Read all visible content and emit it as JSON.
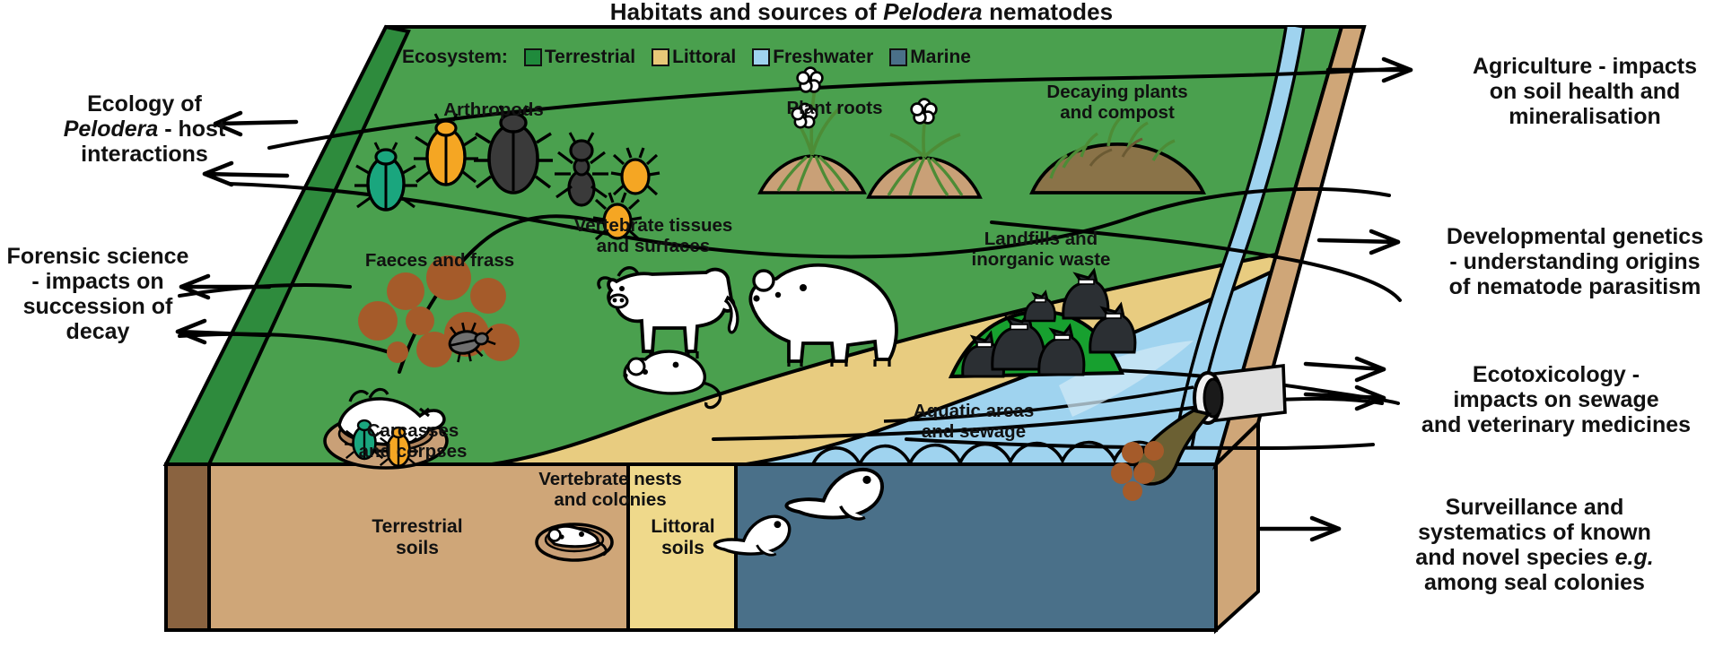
{
  "title": {
    "pre": "Habitats and sources of ",
    "italic": "Pelodera",
    "post": " nematodes",
    "full": "Habitats and sources of Pelodera nematodes"
  },
  "legend": {
    "caption": "Ecosystem:",
    "items": [
      {
        "label": "Terrestrial",
        "color": "#1f8a3c",
        "key": "terrestrial"
      },
      {
        "label": "Littoral",
        "color": "#e8c878",
        "key": "littoral"
      },
      {
        "label": "Freshwater",
        "color": "#9fd3ef",
        "key": "freshwater"
      },
      {
        "label": "Marine",
        "color": "#4a7089",
        "key": "marine"
      }
    ]
  },
  "habitat_labels": [
    {
      "id": "arthropods",
      "text": "Arthropods"
    },
    {
      "id": "plant-roots",
      "text": "Plant roots"
    },
    {
      "id": "decaying-plants",
      "line1": "Decaying plants",
      "line2": "and compost"
    },
    {
      "id": "faeces-frass",
      "text": "Faeces and frass"
    },
    {
      "id": "vertebrate-tissues",
      "line1": "Vertebrate tissues",
      "line2": "and surfaces"
    },
    {
      "id": "landfills",
      "line1": "Landfills and",
      "line2": "inorganic waste"
    },
    {
      "id": "carcasses",
      "line1": "Carcasses",
      "line2": "and corpses"
    },
    {
      "id": "vertebrate-nests",
      "line1": "Vertebrate nests",
      "line2": "and colonies"
    },
    {
      "id": "aquatic-sewage",
      "line1": "Aquatic areas",
      "line2": "and sewage"
    }
  ],
  "soil_bars": [
    {
      "id": "terrestrial-soils",
      "line1": "Terrestrial",
      "line2": "soils",
      "color": "#cfa678"
    },
    {
      "id": "littoral-soils",
      "line1": "Littoral",
      "line2": "soils",
      "color": "#efd98b"
    },
    {
      "id": "marine",
      "line1": "",
      "line2": "",
      "color": "#4a7089"
    }
  ],
  "application_labels": {
    "left": [
      {
        "id": "ecology",
        "lines": [
          "Ecology of",
          "Pelodera - host",
          "interactions"
        ],
        "italic_word": "Pelodera"
      },
      {
        "id": "forensic",
        "lines": [
          "Forensic science",
          "- impacts on",
          "succession of",
          "decay"
        ]
      }
    ],
    "right": [
      {
        "id": "agriculture",
        "lines": [
          "Agriculture - impacts",
          "on soil health and",
          "mineralisation"
        ]
      },
      {
        "id": "developmental-genetics",
        "lines": [
          "Developmental genetics",
          "-  understanding origins",
          "of nematode parasitism"
        ]
      },
      {
        "id": "ecotoxicology",
        "lines": [
          "Ecotoxicology -",
          "impacts on sewage",
          "and veterinary medicines"
        ]
      },
      {
        "id": "surveillance",
        "lines": [
          "Surveillance and",
          "systematics of known",
          "and novel species e.g.",
          "among seal colonies"
        ],
        "italic_word": "e.g."
      }
    ]
  },
  "colors": {
    "grass": "#4aa04e",
    "grass_dark": "#2e8b3d",
    "grass_edge": "#1f8a3c",
    "landfill_mound": "#17a02f",
    "soil_brown": "#cfa678",
    "soil_dark": "#8a6340",
    "littoral_sand": "#e8cc80",
    "littoral_bar": "#efd98b",
    "freshwater": "#9fd3ef",
    "marine": "#4a7089",
    "compost": "#8a7348",
    "dirt_mound": "#c9a077",
    "faeces": "#a55b2a",
    "sewage": "#6b6033",
    "outline": "#000000",
    "beetle_green": "#1aa67e",
    "beetle_orange": "#f5a623",
    "beetle_dark": "#3a3a3a",
    "white_animal": "#ffffff",
    "pipe": "#e0e0e0"
  },
  "icons": {
    "arrow": "arrow-icon",
    "beetle": "beetle-icon",
    "ant": "ant-icon",
    "mite": "mite-icon",
    "plant": "plant-icon",
    "compost_heap": "compost-heap-icon",
    "cow": "cow-icon",
    "bear": "bear-icon",
    "mouse": "mouse-icon",
    "seal": "seal-icon",
    "bin_bag": "bin-bag-icon",
    "pipe": "sewage-pipe-icon",
    "dung": "dung-icon",
    "carcass": "carcass-icon",
    "nest": "nest-icon",
    "wave": "wave-icon",
    "river": "river-icon"
  }
}
